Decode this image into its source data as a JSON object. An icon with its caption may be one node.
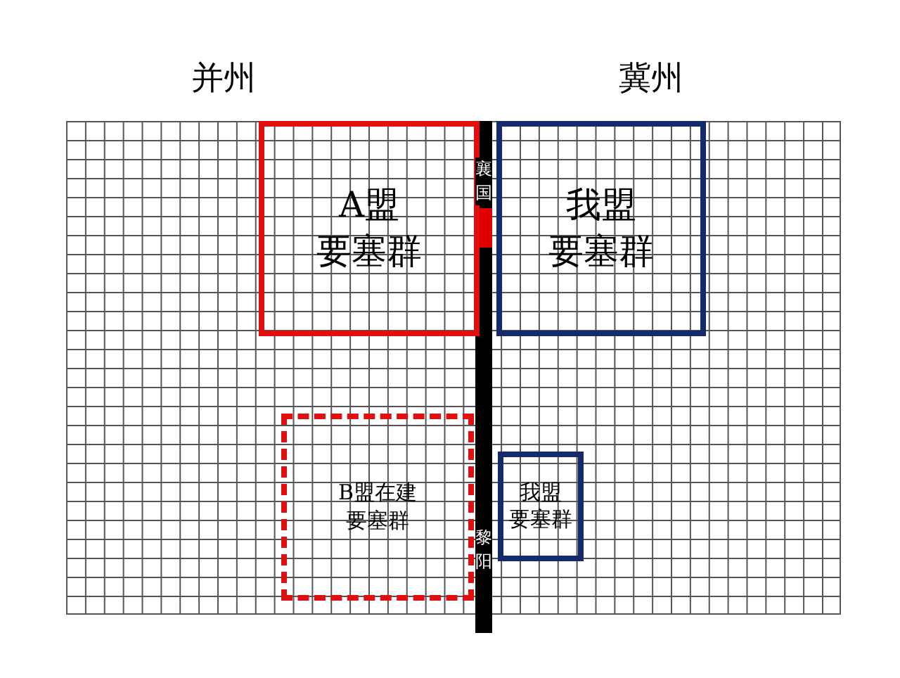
{
  "diagram": {
    "nodes": [
      {
        "text": [
          "A盟要塞群"
        ]
      },
      {
        "text": [
          "我盟要塞群"
        ]
      },
      {
        "text": [
          "B盟在建要塞群"
        ]
      },
      {
        "text": [
          "我盟要塞群"
        ]
      }
    ],
    "edges": [],
    "labels": [
      "并州",
      "冀州",
      "襄国",
      "黎阳"
    ]
  }
}
